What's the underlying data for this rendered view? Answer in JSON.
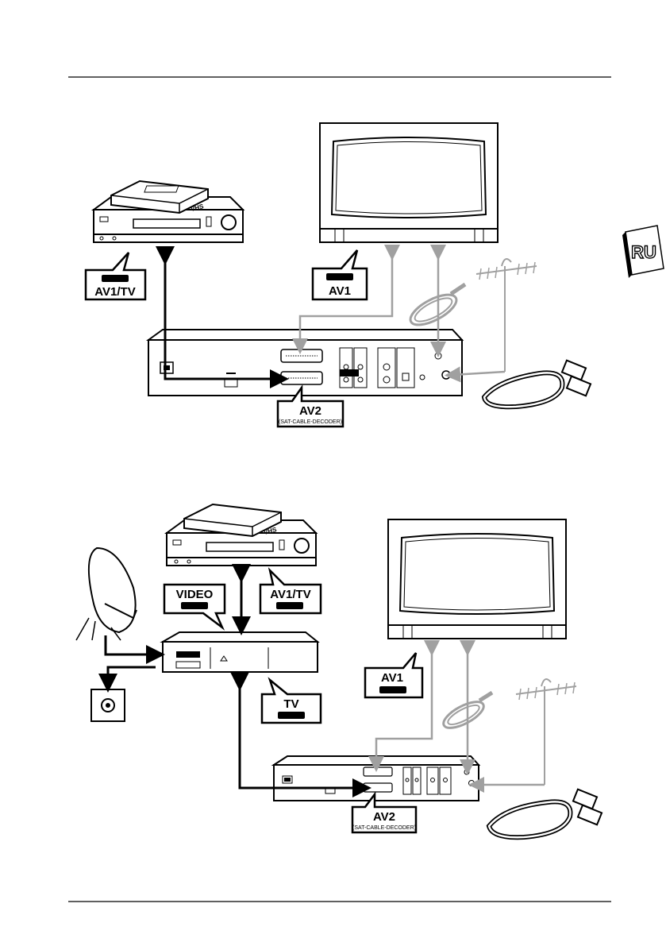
{
  "language_tab": {
    "text": "RU"
  },
  "diagram1": {
    "vcr_tag": "VHS",
    "label_vcr": "AV1/TV",
    "label_tv": "AV1",
    "label_av2": "AV2",
    "label_av2_sub": "(SAT-CABLE-DECODER)"
  },
  "diagram2": {
    "vcr_tag": "VHS",
    "label_video": "VIDEO",
    "label_vcr": "AV1/TV",
    "label_receiver_tv": "TV",
    "label_tv": "AV1",
    "label_av2": "AV2",
    "label_av2_sub": "(SAT-CABLE-DECODER)"
  },
  "colors": {
    "cable_black": "#000000",
    "cable_gray": "#a0a0a0"
  }
}
